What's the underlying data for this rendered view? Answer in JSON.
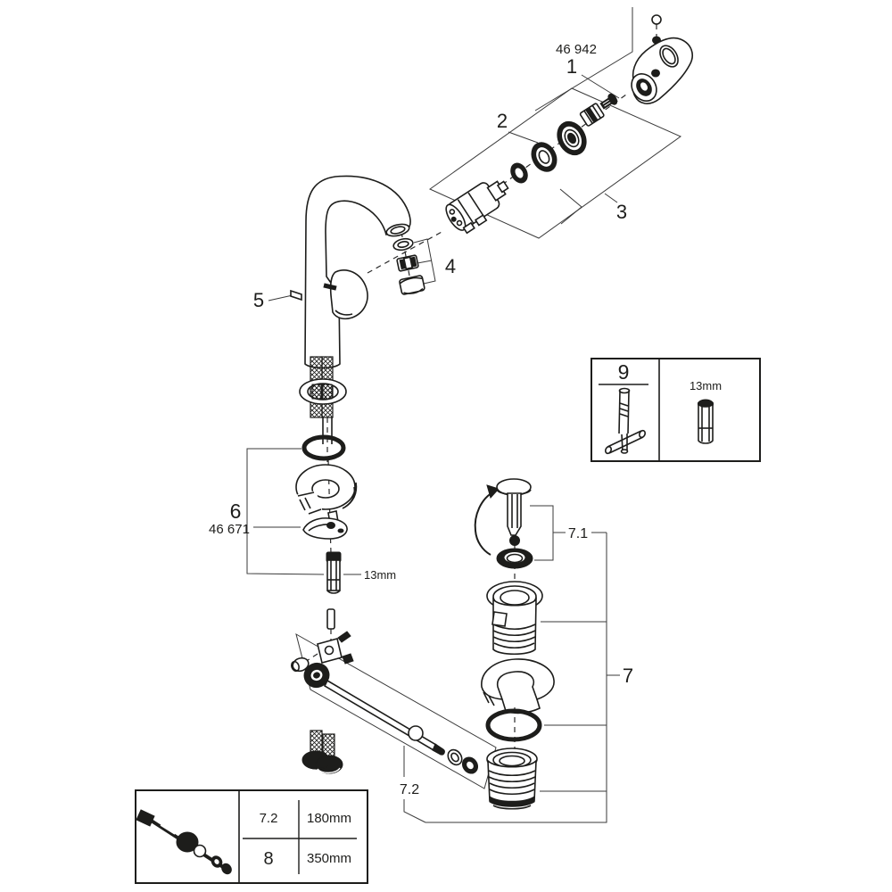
{
  "diagram": {
    "background": "#ffffff",
    "line_color": "#1d1d1b",
    "labels": {
      "part1_code": "46 942",
      "part1": "1",
      "part2": "2",
      "part3": "3",
      "part4": "4",
      "part5": "5",
      "part6": "6",
      "part6_code": "46 671",
      "part7": "7",
      "part7_1": "7.1",
      "part7_2": "7.2",
      "part9": "9",
      "stud_wrench_size": "13mm",
      "tool_socket_size": "13mm"
    },
    "size_table": {
      "rows": [
        {
          "ref": "7.2",
          "length": "180mm"
        },
        {
          "ref": "8",
          "length": "350mm"
        }
      ]
    }
  }
}
